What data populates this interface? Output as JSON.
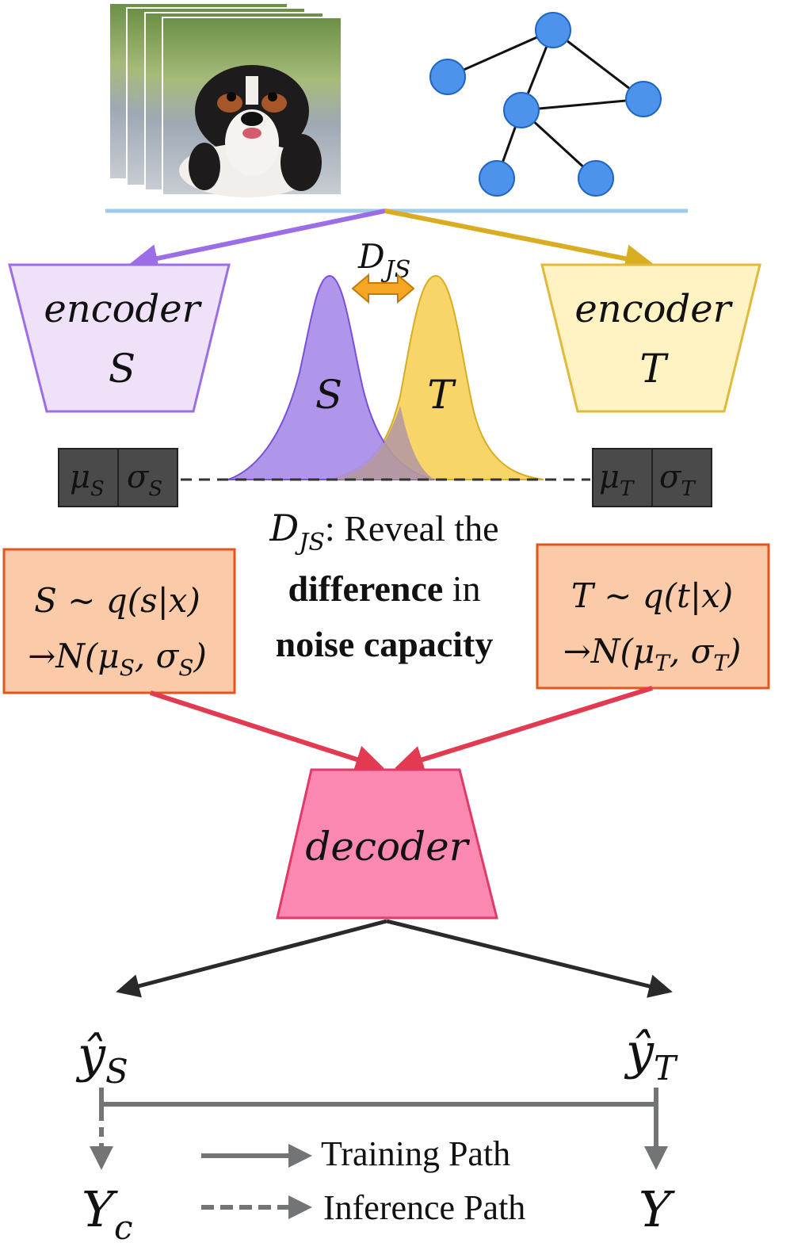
{
  "encoder_s": {
    "line1": "encoder",
    "line2": "S"
  },
  "encoder_t": {
    "line1": "encoder",
    "line2": "T"
  },
  "divergence": {
    "label_main": "D",
    "label_sub": "JS",
    "curve_s_label": "S",
    "curve_t_label": "T"
  },
  "params_s": {
    "mu": "μ",
    "mu_sub": "S",
    "sigma": "σ",
    "sigma_sub": "S"
  },
  "params_t": {
    "mu": "μ",
    "mu_sub": "T",
    "sigma": "σ",
    "sigma_sub": "T"
  },
  "explanation": {
    "d_main": "D",
    "d_sub": "JS",
    "line1_rest": ": Reveal the",
    "line2_bold": "difference",
    "line2_rest": " in",
    "line3_bold": "noise capacity"
  },
  "dist_s": {
    "line1": "S ∼ q(s|x)",
    "line2_pre": "→N(μ",
    "line2_sub1": "S",
    "line2_mid": ", σ",
    "line2_sub2": "S",
    "line2_post": ")"
  },
  "dist_t": {
    "line1": "T ∼ q(t|x)",
    "line2_pre": "→N(μ",
    "line2_sub1": "T",
    "line2_mid": ", σ",
    "line2_sub2": "T",
    "line2_post": ")"
  },
  "decoder": {
    "label": "decoder"
  },
  "outputs": {
    "ys_main": "ŷ",
    "ys_sub": "S",
    "yt_main": "ŷ",
    "yt_sub": "T",
    "yc_main": "Y",
    "yc_sub": "c",
    "y_main": "Y"
  },
  "legend": {
    "training": "Training Path",
    "inference": "Inference Path"
  },
  "colors": {
    "encoder_s_fill": "#efe2f8",
    "encoder_s_stroke": "#9b6ee8",
    "encoder_t_fill": "#fff3c4",
    "encoder_t_stroke": "#e3b93a",
    "curve_s": "#a98de8",
    "curve_t": "#f7d569",
    "dist_box_fill": "#fbcaa9",
    "dist_box_stroke": "#e0561e",
    "decoder_fill": "#fb88b0",
    "decoder_stroke": "#e23a68",
    "node_fill": "#4d93eb",
    "gray_path": "#727475"
  },
  "icons": [
    "image-stack-icon",
    "graph-icon",
    "double-arrow-icon"
  ]
}
